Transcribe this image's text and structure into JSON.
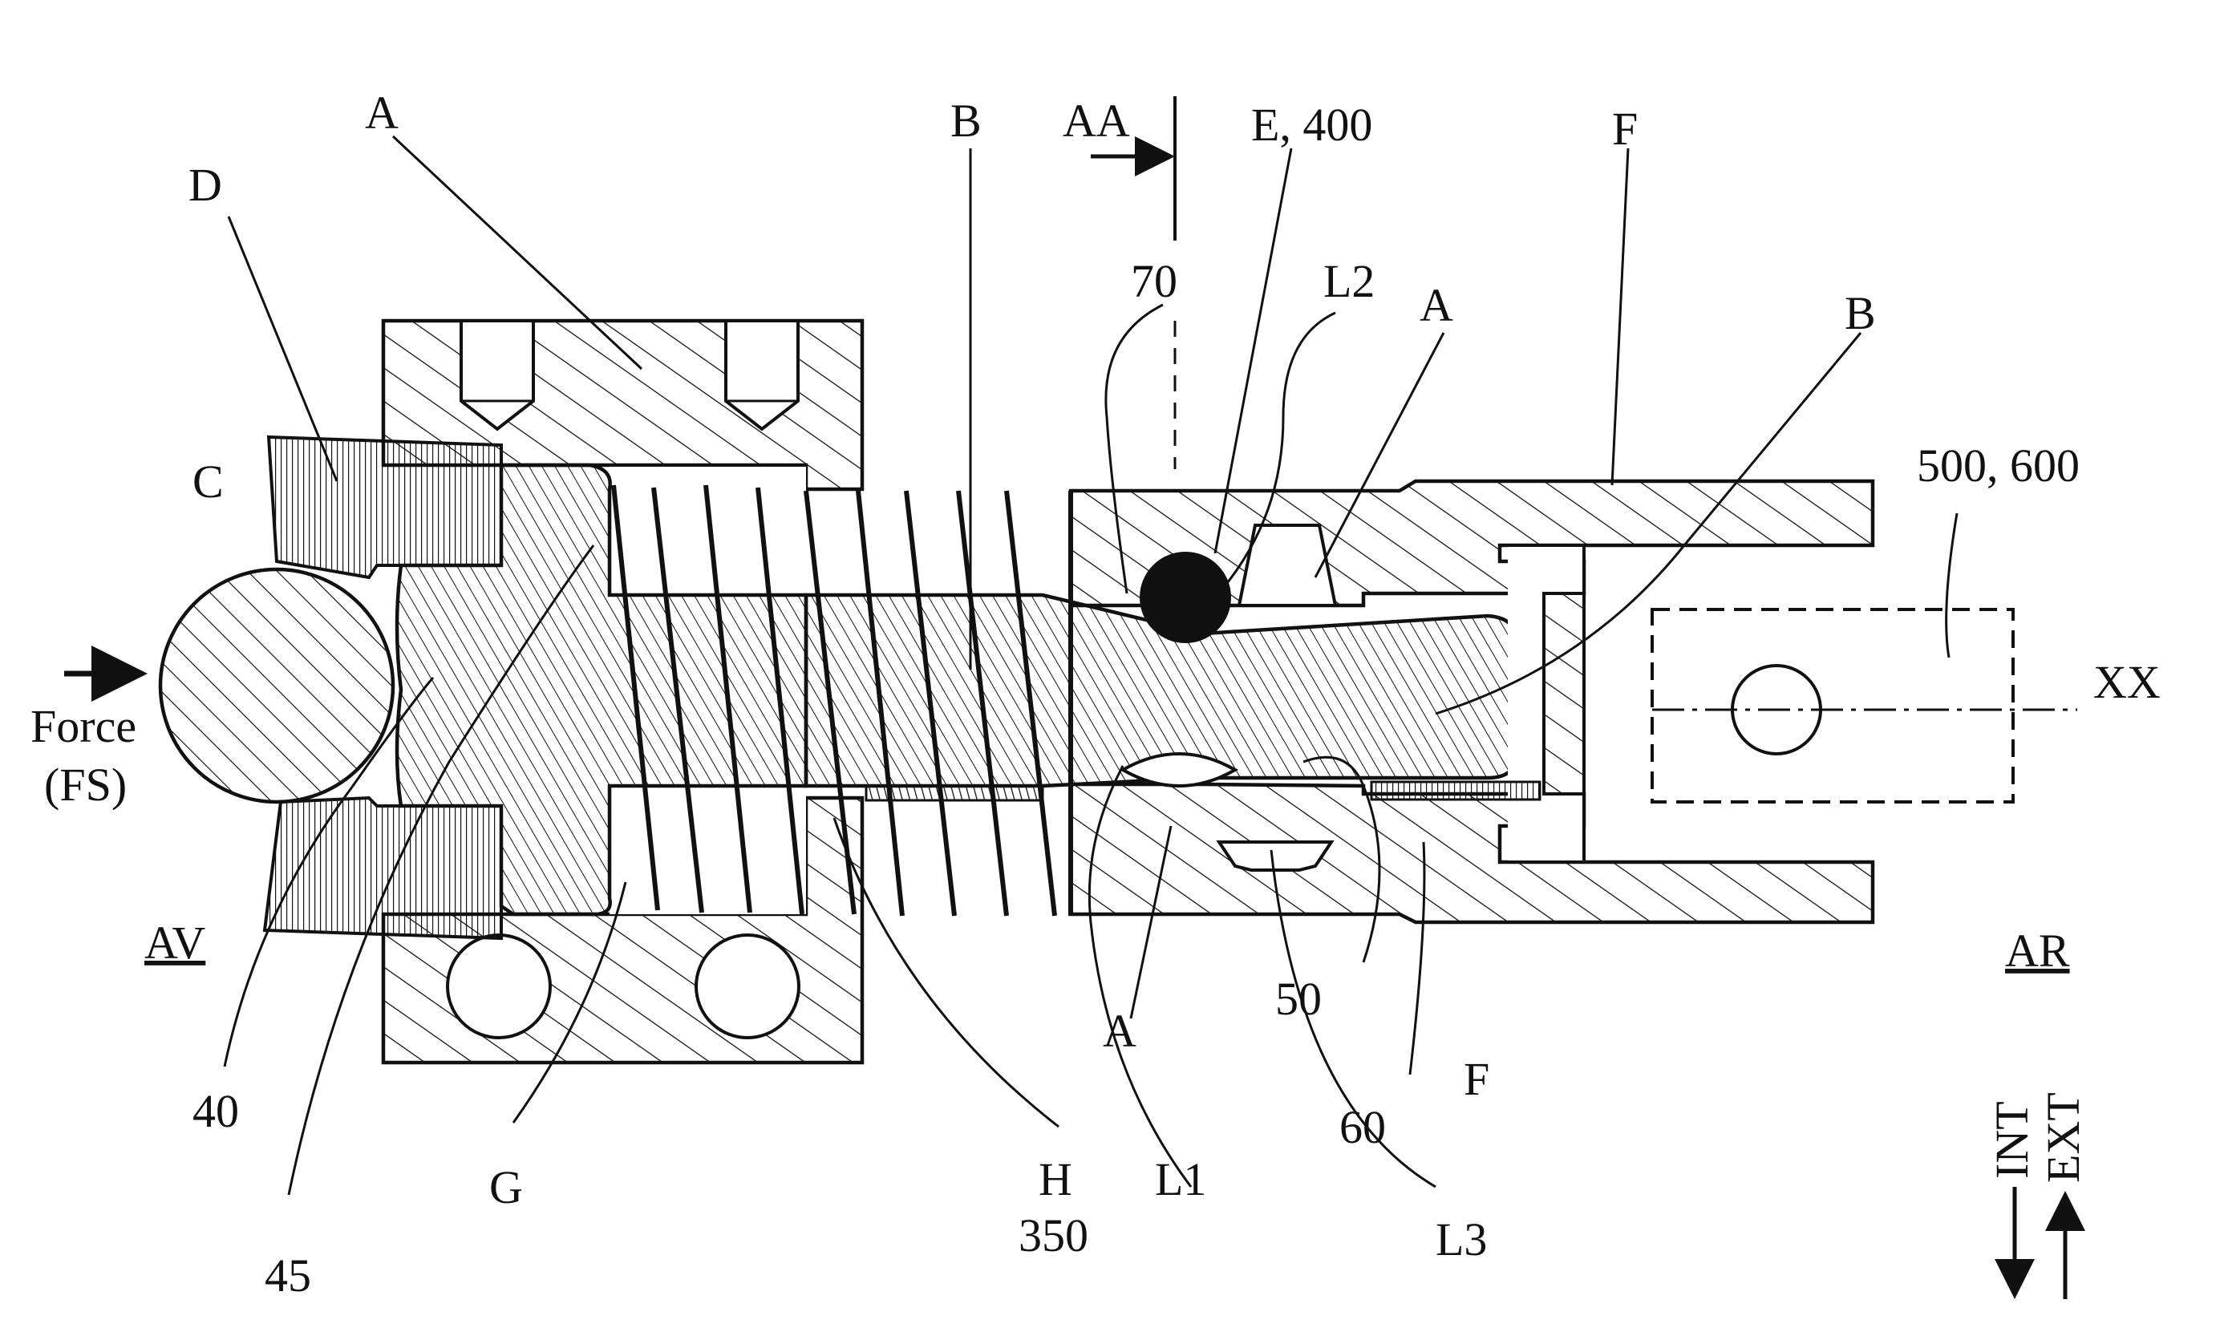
{
  "figure": {
    "title": "Cross-section of a locking device with actuator force",
    "labels": {
      "A_top": "A",
      "D": "D",
      "C": "C",
      "force_line1": "Force",
      "force_line2": "(FS)",
      "AV": "AV",
      "B_top": "B",
      "AA": "AA",
      "E400": "E, 400",
      "F_top": "F",
      "label_70": "70",
      "L2": "L2",
      "A_mid": "A",
      "B_right": "B",
      "label_500_600": "500, 600",
      "XX": "XX",
      "AR": "AR",
      "label_40": "40",
      "label_45": "45",
      "G": "G",
      "H": "H",
      "label_350": "350",
      "L1": "L1",
      "A_low": "A",
      "label_50": "50",
      "F_low": "F",
      "label_60": "60",
      "L3": "L3",
      "INT": "INT",
      "EXT": "EXT"
    }
  }
}
